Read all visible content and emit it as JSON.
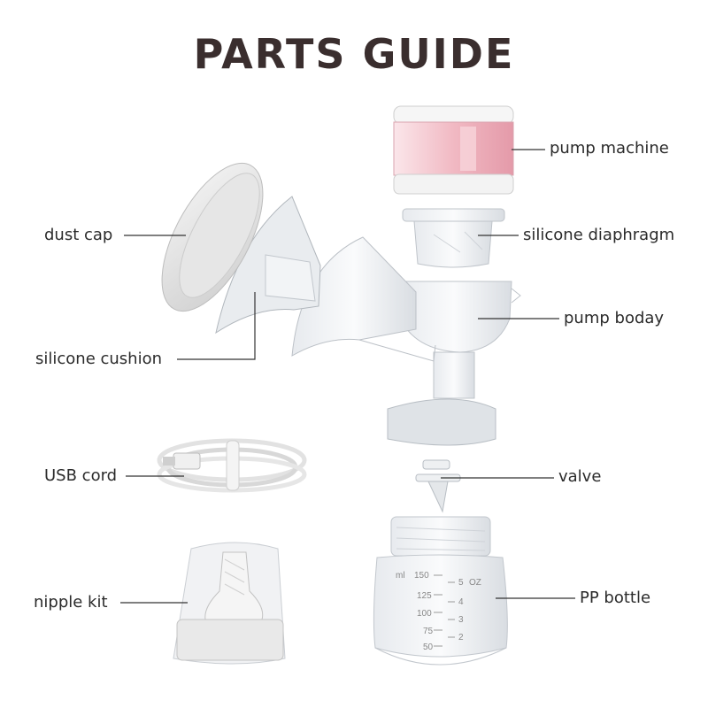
{
  "title": "PARTS GUIDE",
  "labels": {
    "pump_machine": "pump machine",
    "silicone_diaphragm": "silicone diaphragm",
    "pump_boday": "pump boday",
    "valve": "valve",
    "pp_bottle": "PP bottle",
    "dust_cap": "dust cap",
    "silicone_cushion": "silicone cushion",
    "usb_cord": "USB cord",
    "nipple_kit": "nipple kit"
  },
  "bottle_scale": {
    "ml": "ml",
    "ml_marks": [
      "150",
      "125",
      "100",
      "75",
      "50"
    ],
    "oz": "OZ",
    "oz_marks": [
      "5",
      "4",
      "3",
      "2"
    ]
  },
  "colors": {
    "accent_pink": "#e9a7b3",
    "line": "#333333",
    "title": "#3a2e2e"
  }
}
